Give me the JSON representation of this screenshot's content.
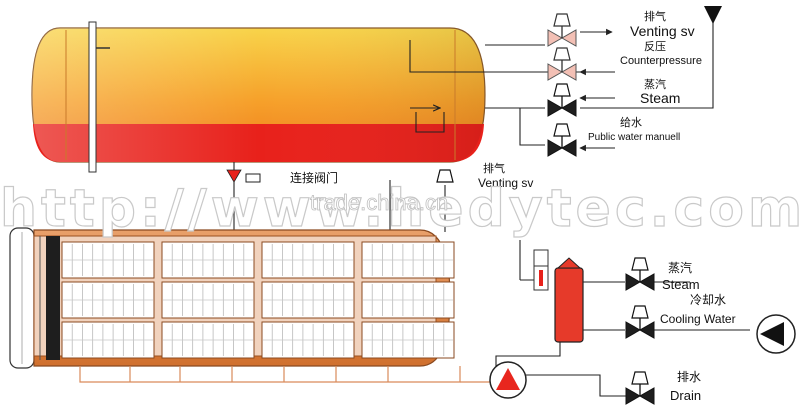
{
  "labels": {
    "top_vent_cn": "排气",
    "top_vent_en": "Venting sv",
    "counter_cn": "反压",
    "counter_en": "Counterpressure",
    "steam_top_cn": "蒸汽",
    "steam_top_en": "Steam",
    "water_cn": "给水",
    "water_en": "Public water manuell",
    "connect_cn": "连接阀门",
    "mid_vent_cn": "排气",
    "mid_vent_en": "Venting sv",
    "steam_low_cn": "蒸汽",
    "steam_low_en": "Steam",
    "cooling_cn": "冷却水",
    "cooling_en": "Cooling  Water",
    "drain_cn": "排水",
    "drain_en": "Drain"
  },
  "watermark": {
    "url_text": "http://www.hedytec.com",
    "brand_text": "trade.china.cn"
  },
  "colors": {
    "tank_top": "#f9a02a",
    "tank_bottom_fill": "#e8211b",
    "retort_frame": "#d2783a",
    "heater_red": "#e63a2a",
    "pump_red": "#e8261e",
    "line": "#222222"
  },
  "icons": [
    "valve-icon",
    "pump-icon",
    "arrow-icon",
    "heater-icon",
    "thermometer-icon"
  ]
}
